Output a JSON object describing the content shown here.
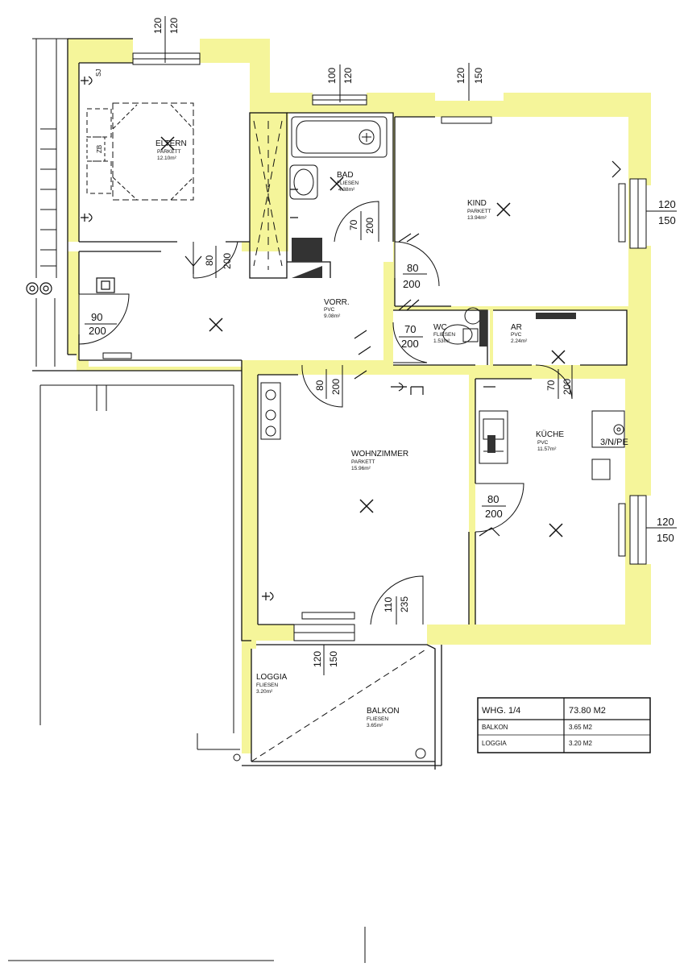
{
  "rooms": {
    "eltern": {
      "name": "ELTERN",
      "floor": "PARKETT",
      "area": "12.10m²"
    },
    "bad": {
      "name": "BAD",
      "floor": "FLIESEN",
      "area": "4.38m²"
    },
    "kind": {
      "name": "KIND",
      "floor": "PARKETT",
      "area": "13.94m²"
    },
    "vorr": {
      "name": "VORR.",
      "floor": "PVC",
      "area": "9.08m²"
    },
    "wc": {
      "name": "WC",
      "floor": "FLIESEN",
      "area": "1.53m²"
    },
    "ar": {
      "name": "AR",
      "floor": "PVC",
      "area": "2.24m²"
    },
    "wohnzimmer": {
      "name": "WOHNZIMMER",
      "floor": "PARKETT",
      "area": "15.96m²"
    },
    "kueche": {
      "name": "KÜCHE",
      "floor": "PVC",
      "area": "11.57m²"
    },
    "loggia": {
      "name": "LOGGIA",
      "floor": "FLIESEN",
      "area": "3.20m²"
    },
    "balkon": {
      "name": "BALKON",
      "floor": "FLIESEN",
      "area": "3.65m²"
    }
  },
  "dimensions": {
    "eltern_window": [
      "120",
      "120"
    ],
    "bad_window": [
      "100",
      "120"
    ],
    "kind_window_top": [
      "120",
      "150"
    ],
    "kind_window_right": [
      "120",
      "150"
    ],
    "kueche_window": [
      "120",
      "150"
    ],
    "loggia_window": [
      "120",
      "150"
    ],
    "wohn_balkon_door": [
      "110",
      "235"
    ],
    "entry_door": [
      "90",
      "200"
    ],
    "eltern_door": [
      "80",
      "200"
    ],
    "bad_door": [
      "70",
      "200"
    ],
    "kind_door": [
      "80",
      "200"
    ],
    "wc_door": [
      "70",
      "200"
    ],
    "wohn_door": [
      "80",
      "200"
    ],
    "ar_door": [
      "70",
      "200"
    ],
    "kueche_door": [
      "80",
      "200"
    ]
  },
  "labels": {
    "sj": "SJ",
    "zb": "ZB",
    "power": "3/N/PE"
  },
  "summary": {
    "unit_label": "WHG. 1/4",
    "unit_area": "73.80 M2",
    "rows": [
      {
        "label": "BALKON",
        "value": "3.65 M2"
      },
      {
        "label": "LOGGIA",
        "value": "3.20 M2"
      }
    ]
  },
  "colors": {
    "wall_fill": "#f5f59a",
    "line": "#111111",
    "dark_fill": "#333333"
  }
}
